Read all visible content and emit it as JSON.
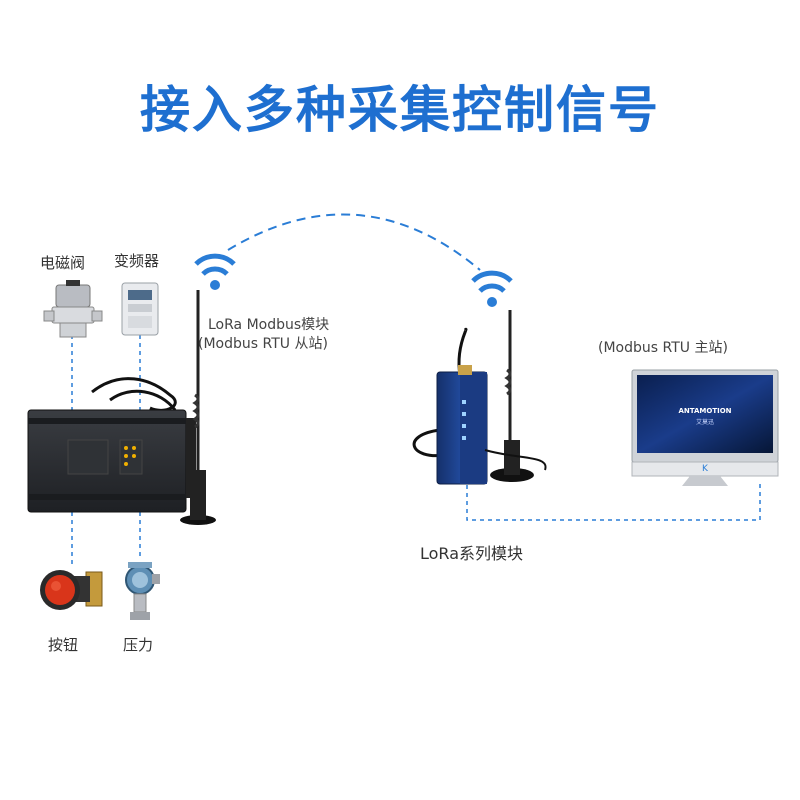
{
  "title": "接入多种采集控制信号",
  "devices": {
    "solenoid_valve": "电磁阀",
    "inverter": "变频器",
    "push_button": "按钮",
    "pressure": "压力"
  },
  "slave_module": {
    "line1": "LoRa Modbus模块",
    "line2": "(Modbus RTU 从站)"
  },
  "master": {
    "label": "(Modbus RTU 主站)"
  },
  "lora_series": "LoRa系列模块",
  "monitor_logo": "ANTAMOTION",
  "monitor_logo_sub": "艾莫迅",
  "colors": {
    "title": "#1e6fd0",
    "link_line": "#2a7dd6",
    "plc_body": "#2b2e33",
    "module_body": "#1f3f8a",
    "signal": "#2a7dd6"
  }
}
